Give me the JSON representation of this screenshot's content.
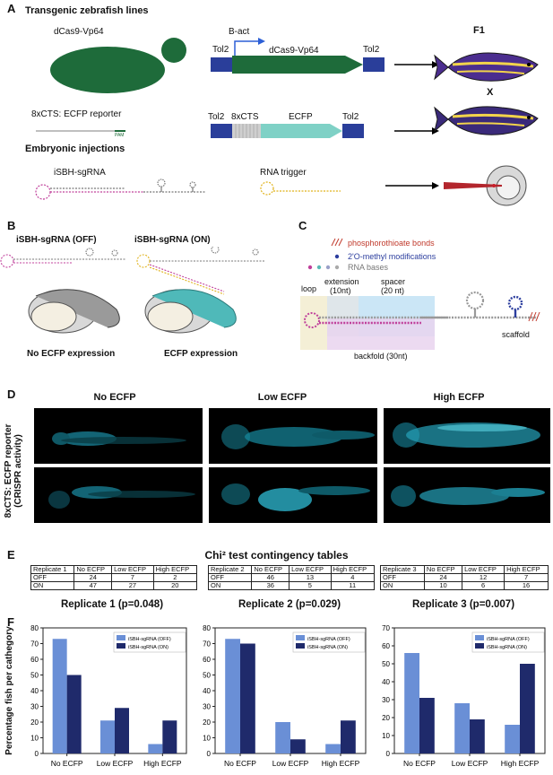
{
  "panels": {
    "A": "A",
    "B": "B",
    "C": "C",
    "D": "D",
    "E": "E",
    "F": "F"
  },
  "panelA": {
    "title": "Transgenic zebrafish lines",
    "dcas_label": "dCas9-Vp64",
    "reporter_label": "8xCTS: ECFP reporter",
    "pam": "PAM",
    "injections_title": "Embryonic injections",
    "isbh_label": "iSBH-sgRNA",
    "trigger_label": "RNA trigger",
    "construct1": {
      "tol2_left": "Tol2",
      "promoter": "B-act",
      "gene": "dCas9-Vp64",
      "tol2_right": "Tol2"
    },
    "construct2": {
      "tol2_left": "Tol2",
      "cts": "8xCTS",
      "gene": "ECFP",
      "tol2_right": "Tol2"
    },
    "f1": "F1",
    "cross": "X"
  },
  "panelB": {
    "off_title": "iSBH-sgRNA (OFF)",
    "on_title": "iSBH-sgRNA (ON)",
    "off_caption": "No ECFP expression",
    "on_caption": "ECFP expression"
  },
  "panelC": {
    "legend": [
      "phosphorothioate bonds",
      "2'O-methyl  modifications",
      "RNA bases"
    ],
    "legend_colors": [
      "#c0392b",
      "#2c3e9e",
      "#888888"
    ],
    "loop": "loop",
    "extension": "extension",
    "extension_nt": "(10nt)",
    "spacer": "spacer",
    "spacer_nt": "(20 nt)",
    "scaffold": "scaffold",
    "backfold": "backfold (30nt)"
  },
  "panelD": {
    "ylabel_line1": "8xCTS: ECFP reporter",
    "ylabel_line2": "(CRISPR activity)",
    "columns": [
      "No ECFP",
      "Low ECFP",
      "High ECFP"
    ]
  },
  "panelE": {
    "title": "Chi² test contingency tables",
    "tables": [
      {
        "header": [
          "Replicate 1",
          "No ECFP",
          "Low ECFP",
          "High ECFP"
        ],
        "rows": [
          [
            "OFF",
            "24",
            "7",
            "2"
          ],
          [
            "ON",
            "47",
            "27",
            "20"
          ]
        ],
        "caption": "Replicate 1 (p=0.048)"
      },
      {
        "header": [
          "Replicate 2",
          "No ECFP",
          "Low ECFP",
          "High ECFP"
        ],
        "rows": [
          [
            "OFF",
            "46",
            "13",
            "4"
          ],
          [
            "ON",
            "36",
            "5",
            "11"
          ]
        ],
        "caption": "Replicate 2 (p=0.029)"
      },
      {
        "header": [
          "Replicate 3",
          "No ECFP",
          "Low ECFP",
          "High ECFP"
        ],
        "rows": [
          [
            "OFF",
            "24",
            "12",
            "7"
          ],
          [
            "ON",
            "10",
            "6",
            "16"
          ]
        ],
        "caption": "Replicate 3 (p=0.007)"
      }
    ]
  },
  "panelF": {
    "ylabel": "Percentage fish per cathegory",
    "colors": {
      "off": "#6a8fd6",
      "on": "#1f2a6b"
    }
  },
  "chart_data": [
    {
      "type": "bar",
      "categories": [
        "No ECFP",
        "Low ECFP",
        "High ECFP"
      ],
      "series": [
        {
          "name": "iSBH-sgRNA (OFF)",
          "values": [
            73,
            21,
            6
          ]
        },
        {
          "name": "iSBH-sgRNA (ON)",
          "values": [
            50,
            29,
            21
          ]
        }
      ],
      "ylim": [
        0,
        80
      ],
      "yticks": [
        0,
        10,
        20,
        30,
        40,
        50,
        60,
        70,
        80
      ],
      "ylabel": "Percentage fish per cathegory",
      "legend": "top-right"
    },
    {
      "type": "bar",
      "categories": [
        "No ECFP",
        "Low ECFP",
        "High ECFP"
      ],
      "series": [
        {
          "name": "iSBH-sgRNA (OFF)",
          "values": [
            73,
            20,
            6
          ]
        },
        {
          "name": "iSBH-sgRNA (ON)",
          "values": [
            70,
            9,
            21
          ]
        }
      ],
      "ylim": [
        0,
        80
      ],
      "yticks": [
        0,
        10,
        20,
        30,
        40,
        50,
        60,
        70,
        80
      ],
      "legend": "top-right"
    },
    {
      "type": "bar",
      "categories": [
        "No ECFP",
        "Low ECFP",
        "High ECFP"
      ],
      "series": [
        {
          "name": "iSBH-sgRNA (OFF)",
          "values": [
            56,
            28,
            16
          ]
        },
        {
          "name": "iSBH-sgRNA (ON)",
          "values": [
            31,
            19,
            50
          ]
        }
      ],
      "ylim": [
        0,
        70
      ],
      "yticks": [
        0,
        10,
        20,
        30,
        40,
        50,
        60,
        70
      ],
      "legend": "top-right"
    }
  ]
}
